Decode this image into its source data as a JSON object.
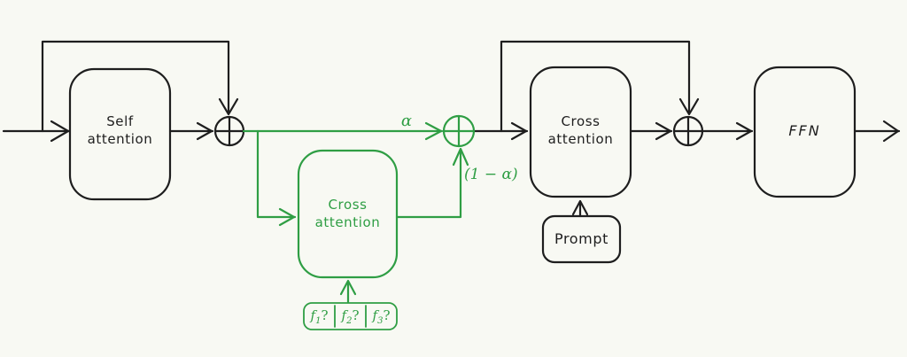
{
  "colors": {
    "background": "#f8f9f3",
    "ink": "#1e1e1e",
    "green": "#2f9e44"
  },
  "blocks": {
    "self_attention": {
      "line1": "Self",
      "line2": "attention"
    },
    "adapter_cross_attention": {
      "line1": "Cross",
      "line2": "attention"
    },
    "prompt_cross_attention": {
      "line1": "Cross",
      "line2": "attention"
    },
    "ffn": {
      "label": "FFN"
    },
    "prompt": {
      "label": "Prompt"
    }
  },
  "math_labels": {
    "alpha": "α",
    "one_minus_alpha": "(1 − α)"
  },
  "features": [
    {
      "base": "f",
      "sub": "1",
      "mark": "?"
    },
    {
      "base": "f",
      "sub": "2",
      "mark": "?"
    },
    {
      "base": "f",
      "sub": "3",
      "mark": "?"
    }
  ],
  "icons": {
    "add_operator": "⊕"
  }
}
